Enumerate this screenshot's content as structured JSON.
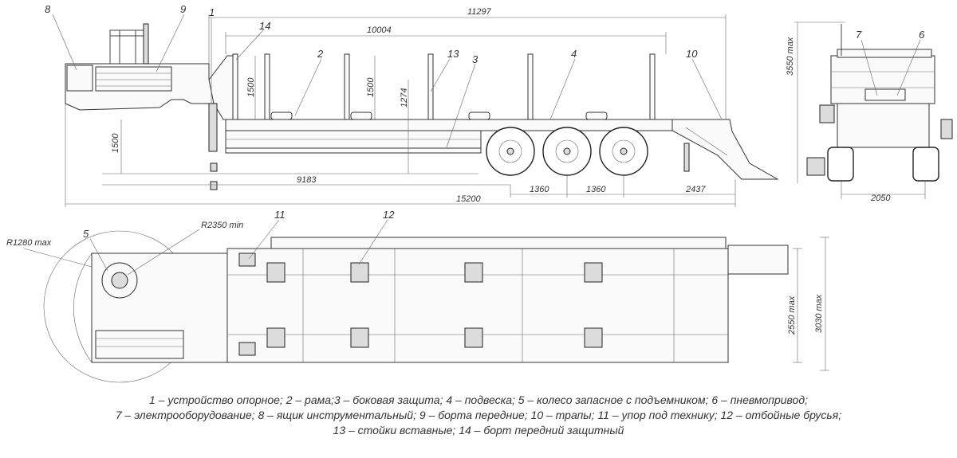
{
  "dims": {
    "total_length": "11297",
    "platform_length": "10004",
    "overall_length": "15200",
    "kingpin_to_axle": "9183",
    "axle_spacing_1": "1360",
    "axle_spacing_2": "1360",
    "rear_overhang": "2437",
    "stake_height_1": "1500",
    "stake_height_2": "1500",
    "deck_height": "1274",
    "coupling_height": "1500",
    "max_height": "3550 max",
    "track_width": "2050",
    "max_width": "2550 max",
    "max_width_total": "3030 max",
    "front_radius": "R1280 max",
    "turn_radius": "R2350 min"
  },
  "callouts": [
    "1",
    "2",
    "3",
    "4",
    "5",
    "6",
    "7",
    "8",
    "9",
    "10",
    "11",
    "12",
    "13",
    "14"
  ],
  "legend": {
    "line1": "1 – устройство опорное; 2 – рама;3 – боковая защита; 4 – подвеска; 5 – колесо запасное с подъемником; 6 – пневмопривод;",
    "line2": "7 – электрооборудование; 8 – ящик инструментальный; 9 – борта передние; 10 – трапы; 11 – упор под технику; 12 – отбойные брусья;",
    "line3": "13 – стойки вставные; 14 – борт передний защитный"
  }
}
